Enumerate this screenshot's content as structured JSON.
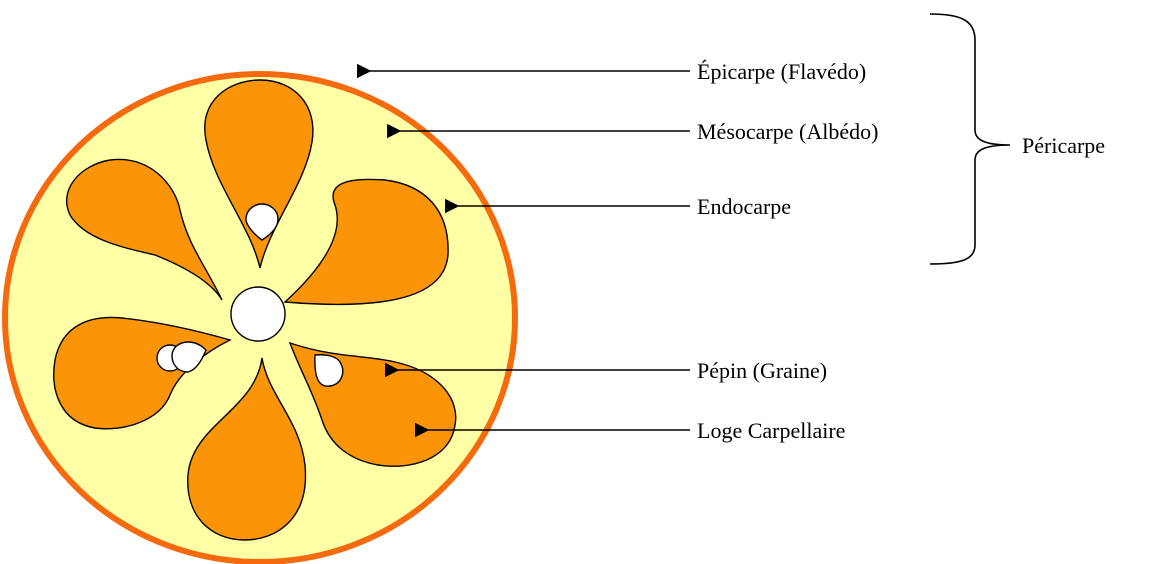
{
  "colors": {
    "epicarp": "#f56a0e",
    "mesocarp": "#ffffa6",
    "segment": "#fb9406",
    "seed": "#ffffff",
    "line": "#000000"
  },
  "labels": {
    "epicarpe": "Épicarpe (Flavédo)",
    "mesocarpe": "Mésocarpe (Albédo)",
    "endocarpe": "Endocarpe",
    "pericarpe": "Péricarpe",
    "pepin": "Pépin (Graine)",
    "loge": "Loge Carpellaire"
  },
  "fruit": {
    "segments": 6,
    "seeds_visible": 4
  }
}
